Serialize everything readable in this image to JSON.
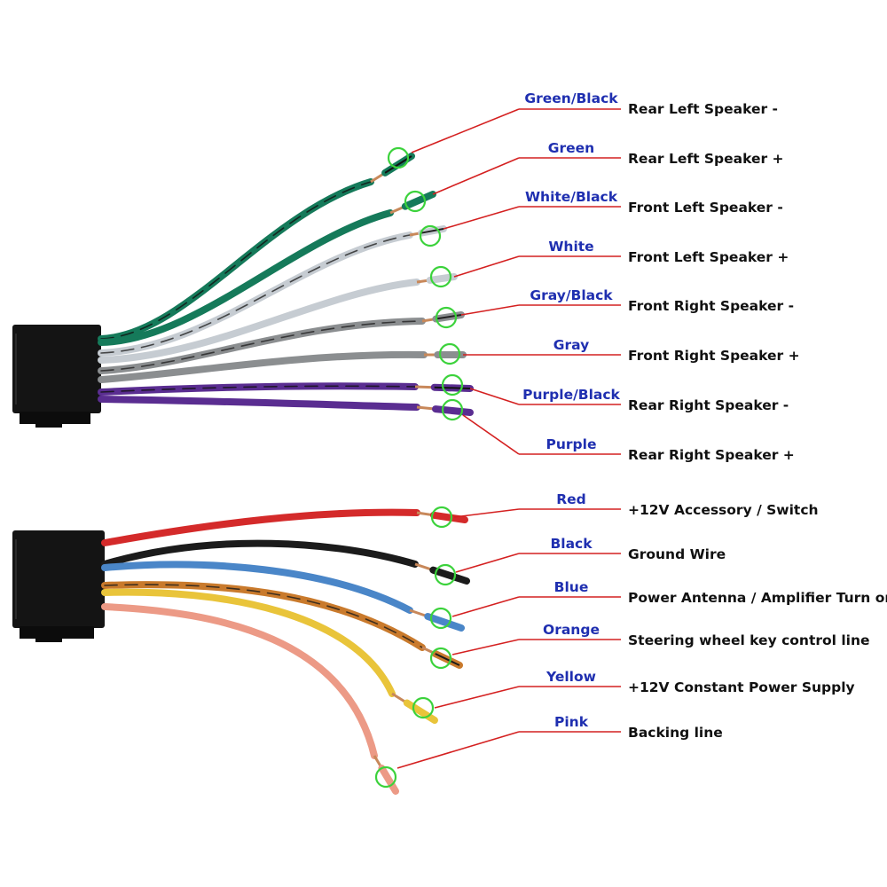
{
  "connectors": [
    {
      "name": "upper-connector",
      "wires": [
        {
          "color_name": "Green/Black",
          "function": "Rear Left Speaker -",
          "insulation": "#157a5a",
          "stripe": "#111111"
        },
        {
          "color_name": "Green",
          "function": "Rear Left Speaker +",
          "insulation": "#157a5a",
          "stripe": null
        },
        {
          "color_name": "White/Black",
          "function": "Front Left Speaker -",
          "insulation": "#c6ccd2",
          "stripe": "#222222"
        },
        {
          "color_name": "White",
          "function": "Front Left Speaker +",
          "insulation": "#c6ccd2",
          "stripe": null
        },
        {
          "color_name": "Gray/Black",
          "function": "Front Right Speaker -",
          "insulation": "#8b8e90",
          "stripe": "#222222"
        },
        {
          "color_name": "Gray",
          "function": "Front Right Speaker +",
          "insulation": "#8b8e90",
          "stripe": null
        },
        {
          "color_name": "Purple/Black",
          "function": "Rear Right Speaker -",
          "insulation": "#5a2d91",
          "stripe": "#111111"
        },
        {
          "color_name": "Purple",
          "function": "Rear Right Speaker +",
          "insulation": "#5a2d91",
          "stripe": null
        }
      ]
    },
    {
      "name": "lower-connector",
      "wires": [
        {
          "color_name": "Red",
          "function": "+12V  Accessory / Switch",
          "insulation": "#d42a2a",
          "stripe": null
        },
        {
          "color_name": "Black",
          "function": "Ground Wire",
          "insulation": "#1b1b1b",
          "stripe": null
        },
        {
          "color_name": "Blue",
          "function": "Power Antenna / Amplifier Turn on",
          "insulation": "#4a86c8",
          "stripe": null
        },
        {
          "color_name": "Orange",
          "function": "Steering wheel key control line",
          "insulation": "#c97a2c",
          "stripe": "#1b1b1b"
        },
        {
          "color_name": "Yellow",
          "function": "+12V Constant Power Supply",
          "insulation": "#e9c43a",
          "stripe": null
        },
        {
          "color_name": "Pink",
          "function": "Backing line",
          "insulation": "#ec9a86",
          "stripe": null
        }
      ]
    }
  ],
  "colors": {
    "color_label_text": "#1f2fb0",
    "function_label_text": "#111111",
    "leader_line": "#d42020",
    "highlight_circle": "#3bd23b",
    "connector_body": "#141414",
    "bare_copper": "#c8885a"
  }
}
